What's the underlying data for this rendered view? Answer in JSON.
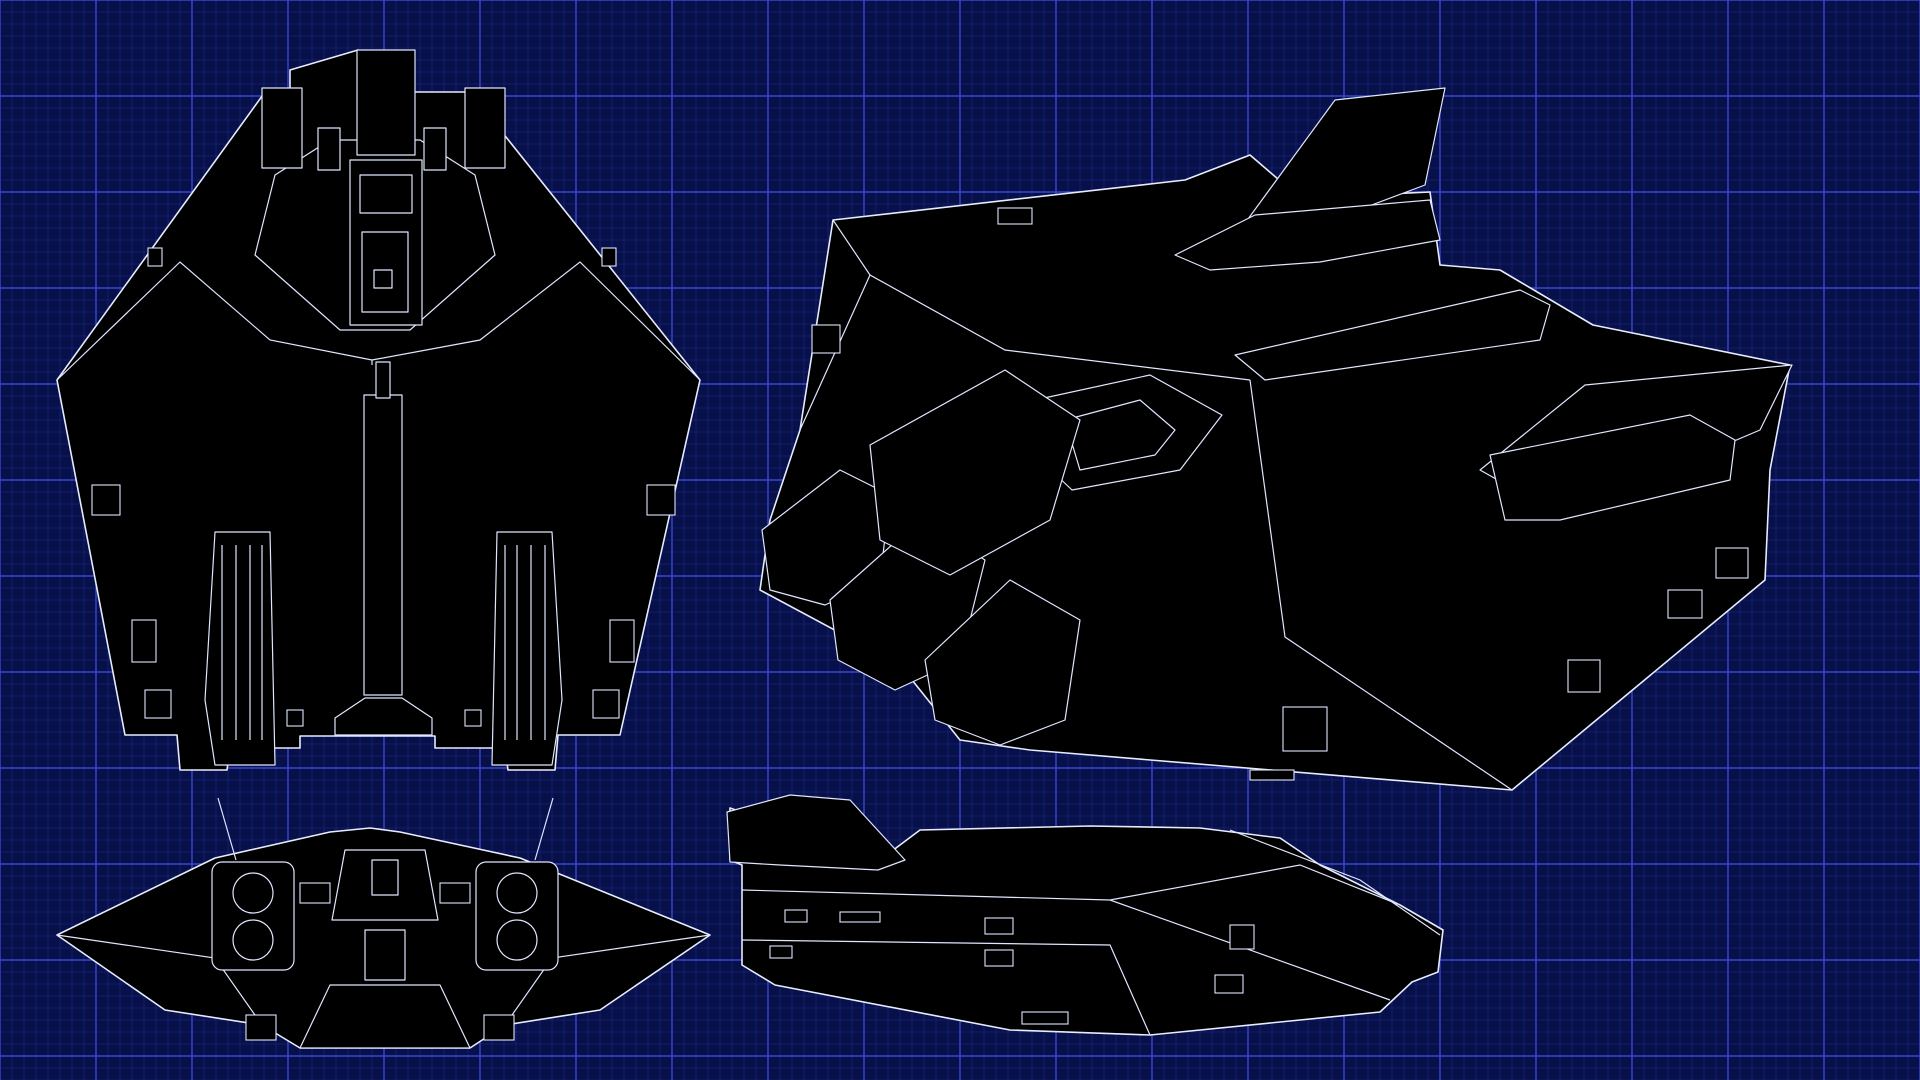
{
  "blueprint": {
    "background_color": "#071048",
    "grid_minor_color": "#2b3bbf",
    "grid_major_color": "#3b4fe0",
    "line_color": "#e6ecff",
    "hull_fill": "#000000",
    "views": [
      {
        "id": "top",
        "kind": "top-view"
      },
      {
        "id": "perspective",
        "kind": "perspective-view"
      },
      {
        "id": "front",
        "kind": "front-view"
      },
      {
        "id": "side",
        "kind": "side-view"
      }
    ]
  }
}
